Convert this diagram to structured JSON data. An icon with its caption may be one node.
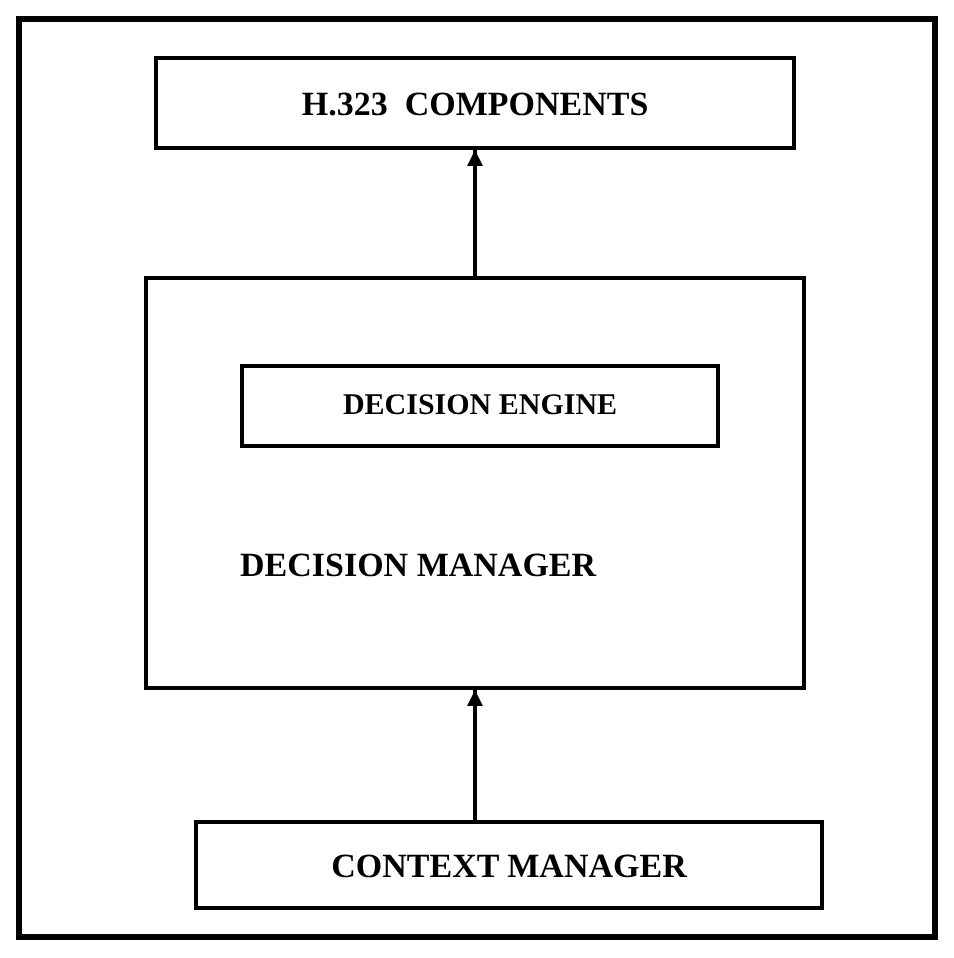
{
  "diagram": {
    "nodes": [
      {
        "text": [
          "H.323  COMPONENTS"
        ]
      },
      {
        "text": [
          "DECISION MANAGER"
        ]
      },
      {
        "text": [
          "DECISION ENGINE"
        ],
        "in": 1
      },
      {
        "text": [
          "CONTEXT MANAGER"
        ]
      }
    ],
    "edges": [
      {
        "from": 1,
        "to": 0,
        "arrow": "to"
      },
      {
        "from": 3,
        "to": 1,
        "arrow": "to"
      }
    ]
  }
}
